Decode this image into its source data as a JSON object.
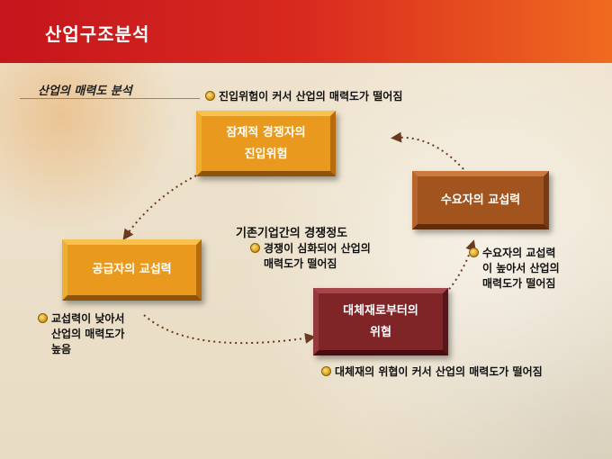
{
  "header": {
    "title": "산업구조분석"
  },
  "section": {
    "title": "산업의 매력도 분석"
  },
  "boxes": {
    "entrants": "잠재적 경쟁자의\n진입위험",
    "buyers": "수요자의 교섭력",
    "suppliers": "공급자의 교섭력",
    "substitutes": "대체재로부터의\n위협"
  },
  "center": {
    "title": "기존기업간의 경쟁정도",
    "note": [
      "경쟁이 심화되어 산업의",
      "매력도가 떨어짐"
    ]
  },
  "notes": {
    "entrants": [
      "진입위험이 커서 산업의 매력도가 떨어짐"
    ],
    "buyers": [
      "수요자의 교섭력",
      "이 높아서 산업의",
      "매력도가 떨어짐"
    ],
    "suppliers": [
      "교섭력이 낮아서",
      "산업의 매력도가",
      "높음"
    ],
    "substitutes": [
      "대체재의 위협이 커서 산업의 매력도가 떨어짐"
    ]
  },
  "colors": {
    "header_start": "#c4161c",
    "header_end": "#ef6a1f",
    "box_orange": "#e99a1e",
    "box_brown": "#a2541f",
    "box_red": "#7f2427",
    "arc": "#6b3a1f"
  }
}
